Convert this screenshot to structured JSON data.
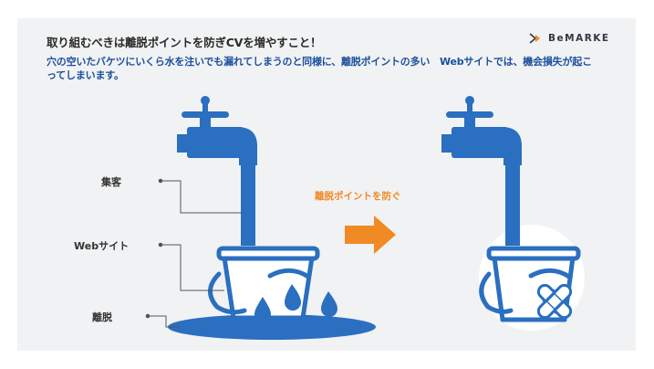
{
  "title": "取り組むべきは離脱ポイントを防ぎCVを増やすこと！",
  "logo": {
    "text": "BeMARKE",
    "icon": "play-chevron-icon"
  },
  "subtitle": "穴の空いたバケツにいくら水を注いでも漏れてしまうのと同様に、離脱ポイントの多い　Webサイトでは、機会損失が起こってしまいます。",
  "labels": {
    "visitors": "集客",
    "website": "Webサイト",
    "churn": "離脱"
  },
  "action": "離脱ポイントを防ぐ",
  "colors": {
    "blue": "#2a6fc0",
    "orange": "#f08a24",
    "text": "#2a2a2a",
    "subtitle": "#1c4f9c",
    "background": "#f1f2f3"
  }
}
